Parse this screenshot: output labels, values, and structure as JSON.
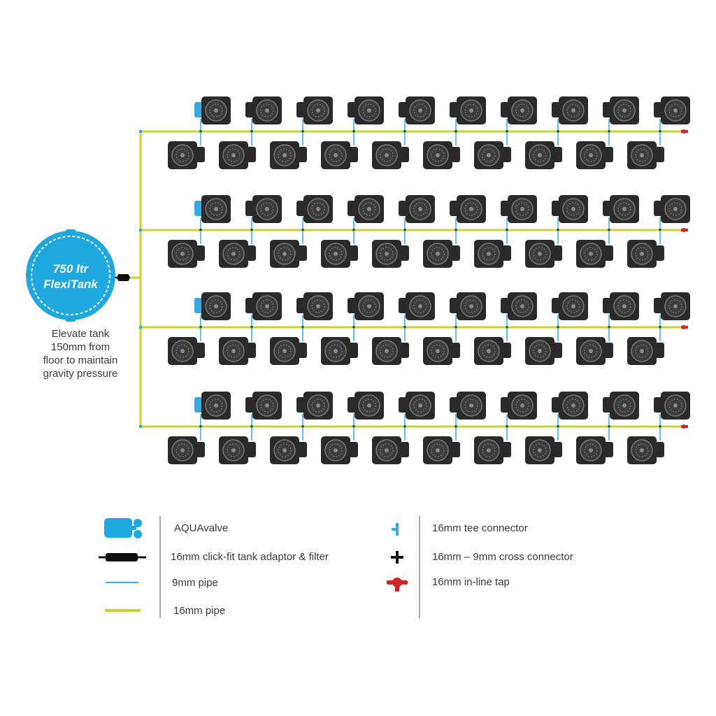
{
  "tank": {
    "line1": "750 ltr",
    "line2": "FlexiTank",
    "note": [
      "Elevate tank",
      "150mm from",
      "floor to maintain",
      "gravity pressure"
    ]
  },
  "system": {
    "row_count": 4,
    "top_pots_per_row": 10,
    "bottom_pots_per_row": 10
  },
  "legend": {
    "left": [
      {
        "icon": "aquavalve-icon",
        "label": "AQUAvalve"
      },
      {
        "icon": "tank-adaptor-filter-icon",
        "label": "16mm click-fit tank adaptor & filter"
      },
      {
        "icon": "9mm-pipe-icon",
        "label": "9mm pipe"
      },
      {
        "icon": "16mm-pipe-icon",
        "label": "16mm pipe"
      }
    ],
    "right": [
      {
        "icon": "tee-connector-icon",
        "label": "16mm tee connector"
      },
      {
        "icon": "cross-connector-icon",
        "label": "16mm – 9mm cross connector"
      },
      {
        "icon": "inline-tap-icon",
        "label": "16mm in-line tap"
      }
    ]
  },
  "colors": {
    "pipe_16mm": "#c5d52e",
    "pipe_9mm": "#3aa8e0",
    "tank": "#1fa8e0",
    "pot": "#2a2a2a",
    "tap": "#d1232a",
    "text": "#3a3a3a"
  }
}
